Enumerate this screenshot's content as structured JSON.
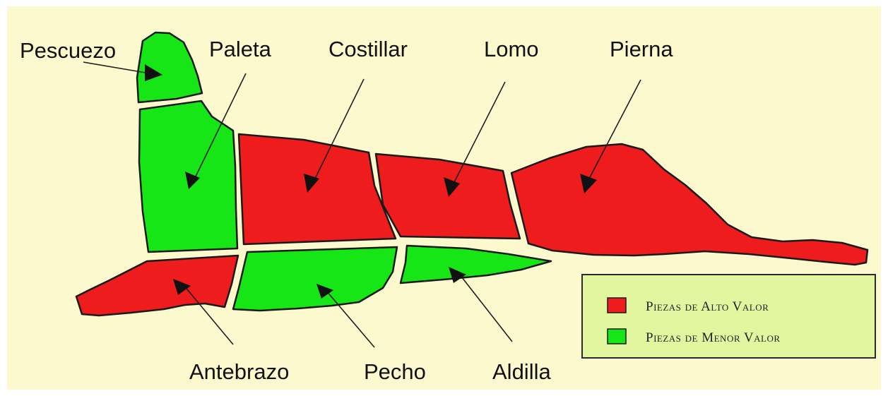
{
  "colors": {
    "background": "#fdf9cf",
    "high_value": "#ee1c1c",
    "low_value": "#16e616",
    "legend_background": "#e2f6a0"
  },
  "cuts": [
    {
      "id": "pescuezo",
      "label": "Pescuezo",
      "value": "low"
    },
    {
      "id": "paleta",
      "label": "Paleta",
      "value": "low"
    },
    {
      "id": "costillar",
      "label": "Costillar",
      "value": "high"
    },
    {
      "id": "lomo",
      "label": "Lomo",
      "value": "high"
    },
    {
      "id": "pierna",
      "label": "Pierna",
      "value": "high"
    },
    {
      "id": "antebrazo",
      "label": "Antebrazo",
      "value": "high"
    },
    {
      "id": "pecho",
      "label": "Pecho",
      "value": "low"
    },
    {
      "id": "aldilla",
      "label": "Aldilla",
      "value": "low"
    }
  ],
  "legend": {
    "high": "Piezas de Alto Valor",
    "low": "Piezas de Menor Valor"
  }
}
